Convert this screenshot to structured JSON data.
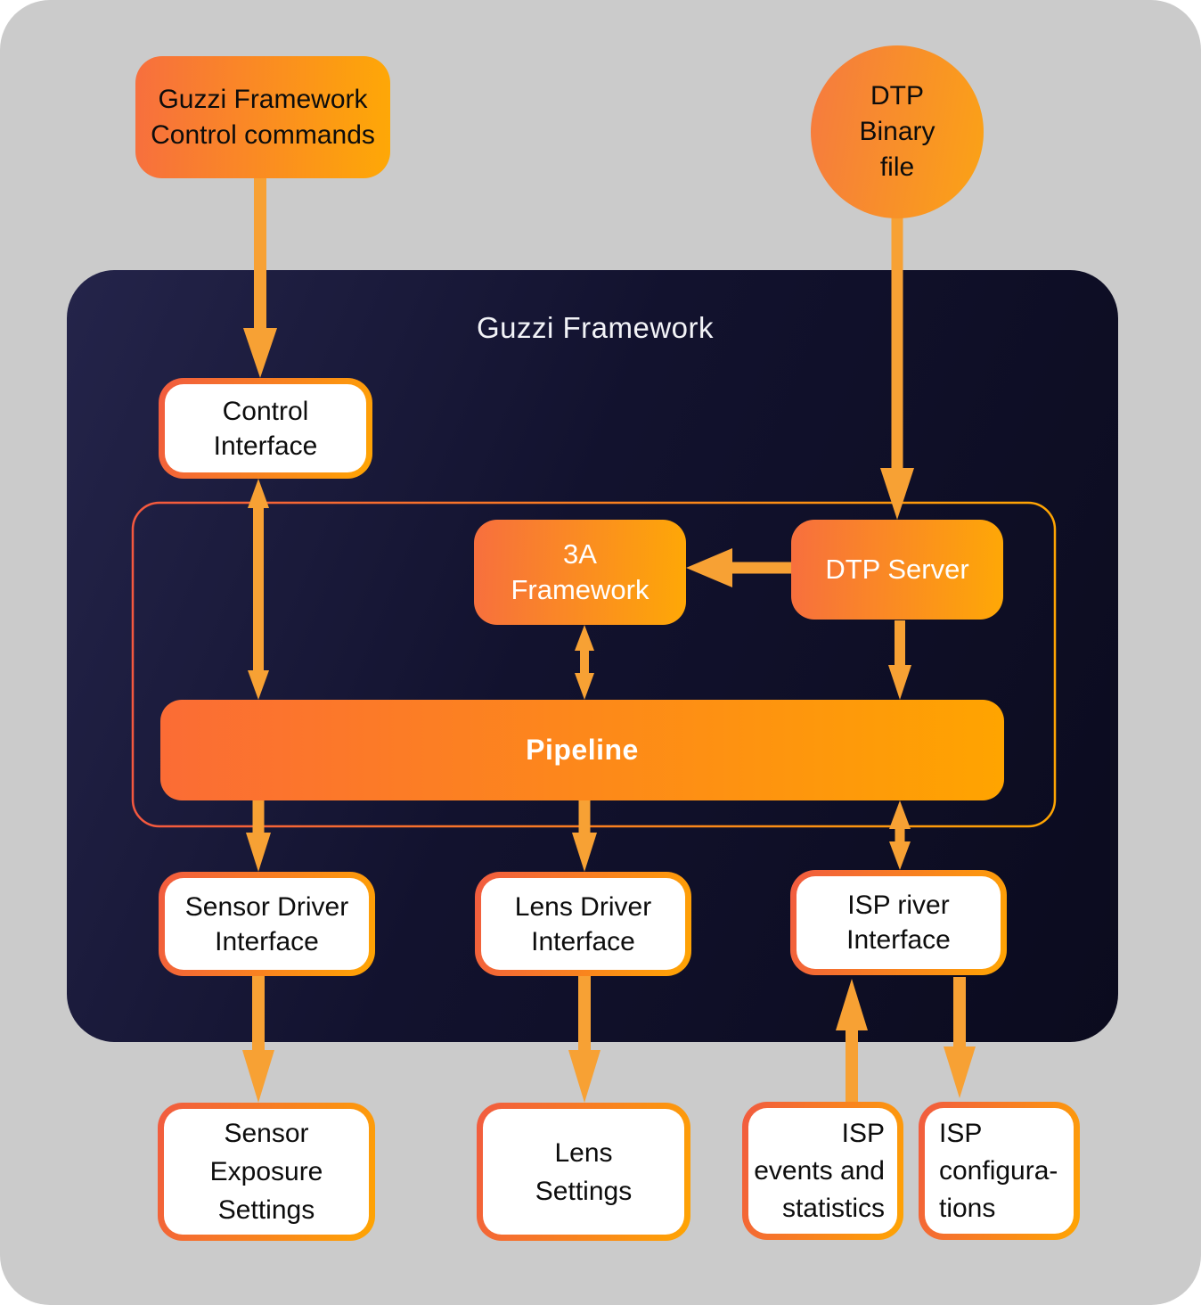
{
  "diagram": {
    "container_title": "Guzzi Framework",
    "nodes": {
      "guzzi_commands": {
        "lines": [
          "Guzzi Framework",
          "Control commands"
        ]
      },
      "dtp_binary": {
        "lines": [
          "DTP",
          "Binary",
          "file"
        ]
      },
      "control_interface": {
        "lines": [
          "Control",
          "Interface"
        ]
      },
      "a3_framework": {
        "lines": [
          "3A",
          "Framework"
        ]
      },
      "dtp_server": {
        "label": "DTP Server"
      },
      "pipeline": {
        "label": "Pipeline"
      },
      "sensor_driver_interface": {
        "lines": [
          "Sensor Driver",
          "Interface"
        ]
      },
      "lens_driver_interface": {
        "lines": [
          "Lens Driver",
          "Interface"
        ]
      },
      "isp_river_interface": {
        "lines": [
          "ISP river",
          "Interface"
        ]
      },
      "sensor_exposure_settings": {
        "lines": [
          "Sensor",
          "Exposure",
          "Settings"
        ]
      },
      "lens_settings": {
        "lines": [
          "Lens",
          "Settings"
        ]
      },
      "isp_events_statistics": {
        "lines": [
          "ISP",
          "events and",
          "statistics"
        ]
      },
      "isp_configurations": {
        "lines": [
          "ISP",
          "configura-",
          "tions"
        ]
      }
    },
    "edges": [
      {
        "from": "guzzi-control-commands",
        "to": "control-interface",
        "type": "arrow"
      },
      {
        "from": "dtp-binary-file",
        "to": "dtp-server",
        "type": "arrow"
      },
      {
        "from": "control-interface",
        "to": "pipeline",
        "type": "bidirectional"
      },
      {
        "from": "dtp-server",
        "to": "3a-framework",
        "type": "arrow"
      },
      {
        "from": "3a-framework",
        "to": "pipeline",
        "type": "bidirectional"
      },
      {
        "from": "dtp-server",
        "to": "pipeline",
        "type": "arrow"
      },
      {
        "from": "pipeline",
        "to": "sensor-driver-interface",
        "type": "arrow"
      },
      {
        "from": "pipeline",
        "to": "lens-driver-interface",
        "type": "arrow"
      },
      {
        "from": "pipeline",
        "to": "isp-river-interface",
        "type": "bidirectional"
      },
      {
        "from": "sensor-driver-interface",
        "to": "sensor-exposure-settings",
        "type": "arrow"
      },
      {
        "from": "lens-driver-interface",
        "to": "lens-settings",
        "type": "arrow"
      },
      {
        "from": "isp-events-and-statistics",
        "to": "isp-river-interface",
        "type": "arrow"
      },
      {
        "from": "isp-river-interface",
        "to": "isp-configurations",
        "type": "arrow"
      }
    ],
    "colors": {
      "background": "#cbcbcb",
      "dark_panel_start": "#24244a",
      "dark_panel_end": "#0b0b1e",
      "orange_gradient_start": "#f76f3e",
      "orange_gradient_end": "#fea806",
      "pipeline_gradient_start": "#fb6c35",
      "pipeline_gradient_end": "#ffa400",
      "arrow": "#f7a134",
      "white_box_border_start": "#f15b40",
      "white_box_border_end": "#ffa502",
      "title_text": "#f2f3f7"
    }
  }
}
